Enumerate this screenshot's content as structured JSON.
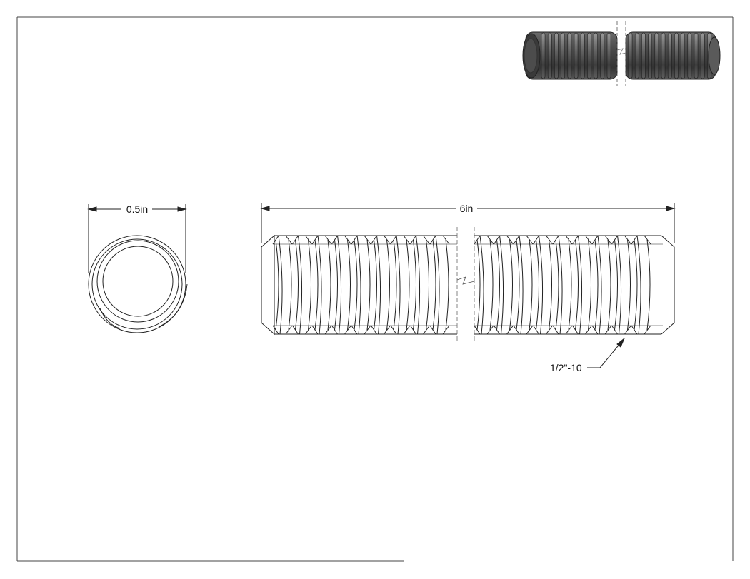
{
  "drawing": {
    "end_view_dimension": "0.5in",
    "length_dimension": "6in",
    "thread_callout": "1/2\"-10"
  },
  "colors": {
    "line": "#222222",
    "border": "#444444",
    "render_dark": "#3a3a3a",
    "render_mid": "#5a5a5a",
    "render_light": "#8a8a8a"
  }
}
